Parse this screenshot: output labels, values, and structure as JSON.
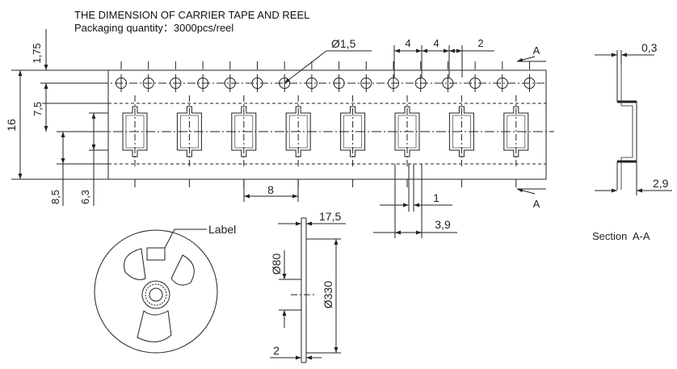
{
  "title": {
    "line1": "THE DIMENSION OF CARRIER TAPE AND REEL",
    "line2": "Packaging quantity：3000pcs/reel"
  },
  "tape": {
    "sprocket_hole_count": 16,
    "pocket_count": 8,
    "dims": {
      "edge_to_hole": "1,75",
      "hole_diameter": "Ø1,5",
      "hole_pitch": "4",
      "hole_to_pocket": "4",
      "pocket_pitch_offset": "2",
      "tape_width": "16",
      "pocket_center_offset": "7,5",
      "pocket_length": "8,5",
      "pocket_width": "6,3",
      "pocket_pitch": "8",
      "slot_width": "1",
      "pocket_depth": "3,9"
    },
    "section_mark": "A"
  },
  "section": {
    "label": "Section  A-A",
    "dims": {
      "thickness": "0,3",
      "depth": "2,9"
    }
  },
  "reel": {
    "label_text": "Label",
    "dims": {
      "reel_width": "17,5",
      "hub_diameter": "Ø80",
      "reel_diameter": "Ø330",
      "flange_thickness": "2"
    }
  }
}
